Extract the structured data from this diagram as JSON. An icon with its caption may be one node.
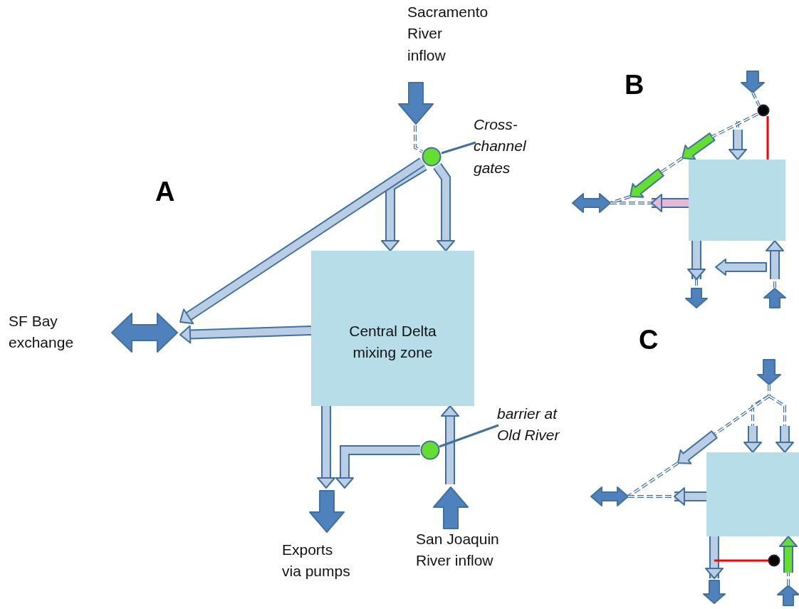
{
  "diagram": {
    "nodes": [
      {
        "text": [
          "Sacramento River inflow"
        ]
      },
      {
        "text": [
          "Central Delta mixing zone"
        ]
      },
      {
        "text": [
          "Cross-channel gates"
        ]
      },
      {
        "text": [],
        "shape": "circle"
      },
      {
        "text": [
          "SF Bay exchange"
        ]
      },
      {
        "text": [
          "barrier at Old River"
        ]
      },
      {
        "text": [],
        "shape": "circle"
      },
      {
        "text": [
          "Exports via pumps"
        ]
      },
      {
        "text": [
          "San Joaquin River inflow"
        ]
      },
      {
        "text": [],
        "shape": "box"
      },
      {
        "text": [],
        "shape": "circle"
      },
      {
        "text": [],
        "shape": "box"
      },
      {
        "text": [],
        "shape": "circle"
      }
    ],
    "edges": [
      {
        "from": 0,
        "to": 3,
        "arrow": "none",
        "style": "dashed",
        "color": "#41719c"
      },
      {
        "from": 3,
        "to": 1,
        "arrow": "to"
      },
      {
        "from": 3,
        "to": 1,
        "arrow": "to"
      },
      {
        "from": 3,
        "to": 4,
        "arrow": "to"
      },
      {
        "from": 1,
        "to": 4,
        "arrow": "to"
      },
      {
        "from": 1,
        "to": 7,
        "arrow": "to"
      },
      {
        "from": 6,
        "to": 7,
        "arrow": "to"
      },
      {
        "from": 8,
        "to": 1,
        "arrow": "to"
      },
      {
        "from": 2,
        "to": 3,
        "arrow": "none",
        "color": "#41719c"
      },
      {
        "from": 5,
        "to": 6,
        "arrow": "none",
        "color": "#41719c"
      },
      {
        "from": null,
        "to": 9,
        "arrow": "to"
      },
      {
        "from": 9,
        "to": null,
        "arrow": "to",
        "color": "#e6b8d7"
      },
      {
        "from": 9,
        "to": null,
        "arrow": "to"
      },
      {
        "from": null,
        "to": 9,
        "arrow": "to"
      },
      {
        "from": 10,
        "to": 9,
        "arrow": "none",
        "color": "#ff0000"
      },
      {
        "from": null,
        "to": 11,
        "arrow": "to"
      },
      {
        "from": null,
        "to": 11,
        "arrow": "to"
      },
      {
        "from": 11,
        "to": null,
        "arrow": "to"
      },
      {
        "from": 11,
        "to": null,
        "arrow": "to"
      },
      {
        "from": null,
        "to": 11,
        "arrow": "to",
        "color": "#66dd33"
      },
      {
        "from": 12,
        "to": null,
        "arrow": "none",
        "color": "#ff0000"
      },
      {
        "from": null,
        "to": 10,
        "arrow": "none",
        "style": "dashed",
        "color": "#41719c"
      },
      {
        "from": 10,
        "to": null,
        "arrow": "none",
        "style": "dashed",
        "color": "#41719c"
      }
    ],
    "labels": [
      "A",
      "B",
      "C"
    ]
  }
}
